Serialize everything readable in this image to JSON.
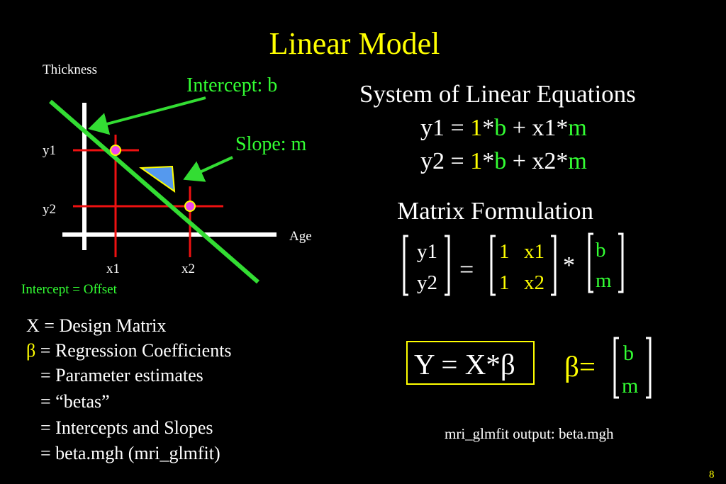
{
  "slide": {
    "title": "Linear Model",
    "page_number": "8"
  },
  "graph": {
    "y_axis_label": "Thickness",
    "x_axis_label": "Age",
    "y1_label": "y1",
    "y2_label": "y2",
    "x1_label": "x1",
    "x2_label": "x2",
    "intercept_label": "Intercept: b",
    "slope_label": "Slope: m",
    "intercept_note": "Intercept = Offset"
  },
  "equations": {
    "heading": "System of Linear Equations",
    "eq1": {
      "lhs": "y1 = ",
      "one": "1",
      "star1": "*",
      "b": "b",
      "plus": " + x1*",
      "m": "m"
    },
    "eq2": {
      "lhs": "y2 = ",
      "one": "1",
      "star1": "*",
      "b": "b",
      "plus": " + x2*",
      "m": "m"
    }
  },
  "matrix": {
    "heading": "Matrix Formulation",
    "y_vector": [
      "y1",
      "y2"
    ],
    "equals": "=",
    "design_rows": [
      [
        "1",
        "x1"
      ],
      [
        "1",
        "x2"
      ]
    ],
    "times": "*",
    "beta_vector": [
      "b",
      "m"
    ]
  },
  "definitions": {
    "line1": "X = Design Matrix",
    "beta_symbol": "β",
    "line2": " = Regression Coefficients",
    "line3": "= Parameter estimates",
    "line4": "= “betas”",
    "line5": "= Intercepts and Slopes",
    "line6": "= beta.mgh (mri_glmfit)"
  },
  "model": {
    "boxed_equation": "Y = X*β",
    "beta_equals": "β=",
    "beta_vector": [
      "b",
      "m"
    ],
    "output_note": "mri_glmfit output: beta.mgh"
  },
  "colors": {
    "title": "#ffff00",
    "fit_line": "#33dd33",
    "marker": "#ee44ee",
    "crosshair": "#ee1111",
    "triangle": "#5599ee",
    "box_border": "#ffff00"
  }
}
